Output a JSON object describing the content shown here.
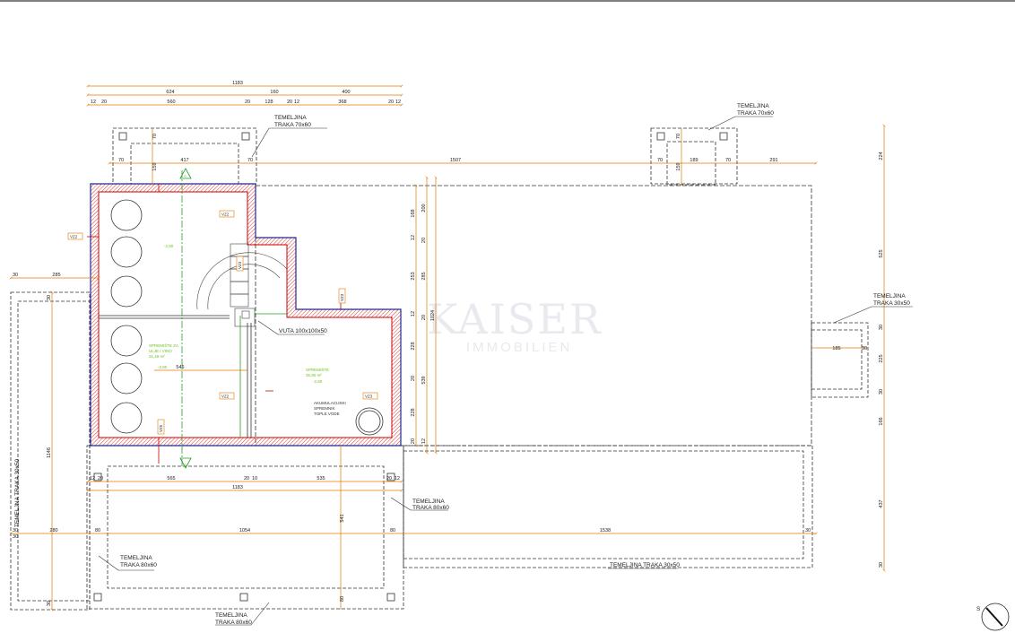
{
  "watermark": {
    "brand": "KAISER",
    "sub": "IMMOBILIEN"
  },
  "dims_top": {
    "overall": "1183",
    "row2": [
      "624",
      "160",
      "400"
    ],
    "row3": [
      "12",
      "20",
      "560",
      "20",
      "128",
      "20",
      "12",
      "368",
      "20",
      "12"
    ],
    "row4": [
      "70",
      "417",
      "70",
      "1507",
      "70",
      "189",
      "70",
      "291"
    ]
  },
  "dims_bottom": {
    "row1": [
      "12",
      "20",
      "565",
      "20",
      "10",
      "535",
      "20",
      "12"
    ],
    "overall": "1183",
    "row3": [
      "30",
      "280",
      "80",
      "1054",
      "80",
      "1538",
      "30"
    ]
  },
  "dims_left": [
    "30",
    "285",
    "1146",
    "30",
    "30",
    "30"
  ],
  "dims_center": [
    "546",
    "541",
    "80"
  ],
  "dims_mid": [
    "168",
    "200",
    "12",
    "20",
    "253",
    "285",
    "12",
    "20",
    "1024",
    "228",
    "20",
    "539",
    "228",
    "20",
    "12"
  ],
  "dims_right": [
    "224",
    "525",
    "30",
    "225",
    "30",
    "166",
    "437",
    "30"
  ],
  "dims_inner": [
    "70",
    "159",
    "70",
    "159",
    "185",
    "30"
  ],
  "labels": {
    "temelina_top_left": [
      "TEMELJINA",
      "TRAKA 70x60"
    ],
    "temelina_top_right": [
      "TEMELJINA",
      "TRAKA 70x60"
    ],
    "temelina_right": [
      "TEMELJINA",
      "TRAKA 30x50"
    ],
    "temelina_left_vertical": "TEMELJNA TRAKA 30x50",
    "temelina_mid": [
      "TEMELJINA",
      "TRAKA 80x60"
    ],
    "temelina_bottom_left": [
      "TEMELJINA",
      "TRAKA 80x60"
    ],
    "temelina_bottom": [
      "TEMELJINA",
      "TRAKA 80x60"
    ],
    "temelina_bottom_long": "TEMELJINA TRAKA 30x50",
    "vuta": "VUTA 100x100x50",
    "akumulacijski": [
      "AKUMULACIJSKI",
      "SPREMNIK",
      "TOPLE VODE"
    ]
  },
  "room_notes": {
    "spremiste_lijevo": [
      "SPREMIŠTE ZA",
      "ULJE / VINO",
      "31,46 m²"
    ],
    "spremiste_desno": [
      "SPREMIŠTE",
      "35,80 m²"
    ],
    "level_a": "-2,80",
    "level_b": "-2,80",
    "level_c": "-2,80"
  },
  "tags": [
    "VZ2",
    "VZ2",
    "VZ2",
    "VZ3",
    "VZ3",
    "VZ3",
    "VZ5"
  ],
  "section_marker": "A",
  "north_label": "S"
}
